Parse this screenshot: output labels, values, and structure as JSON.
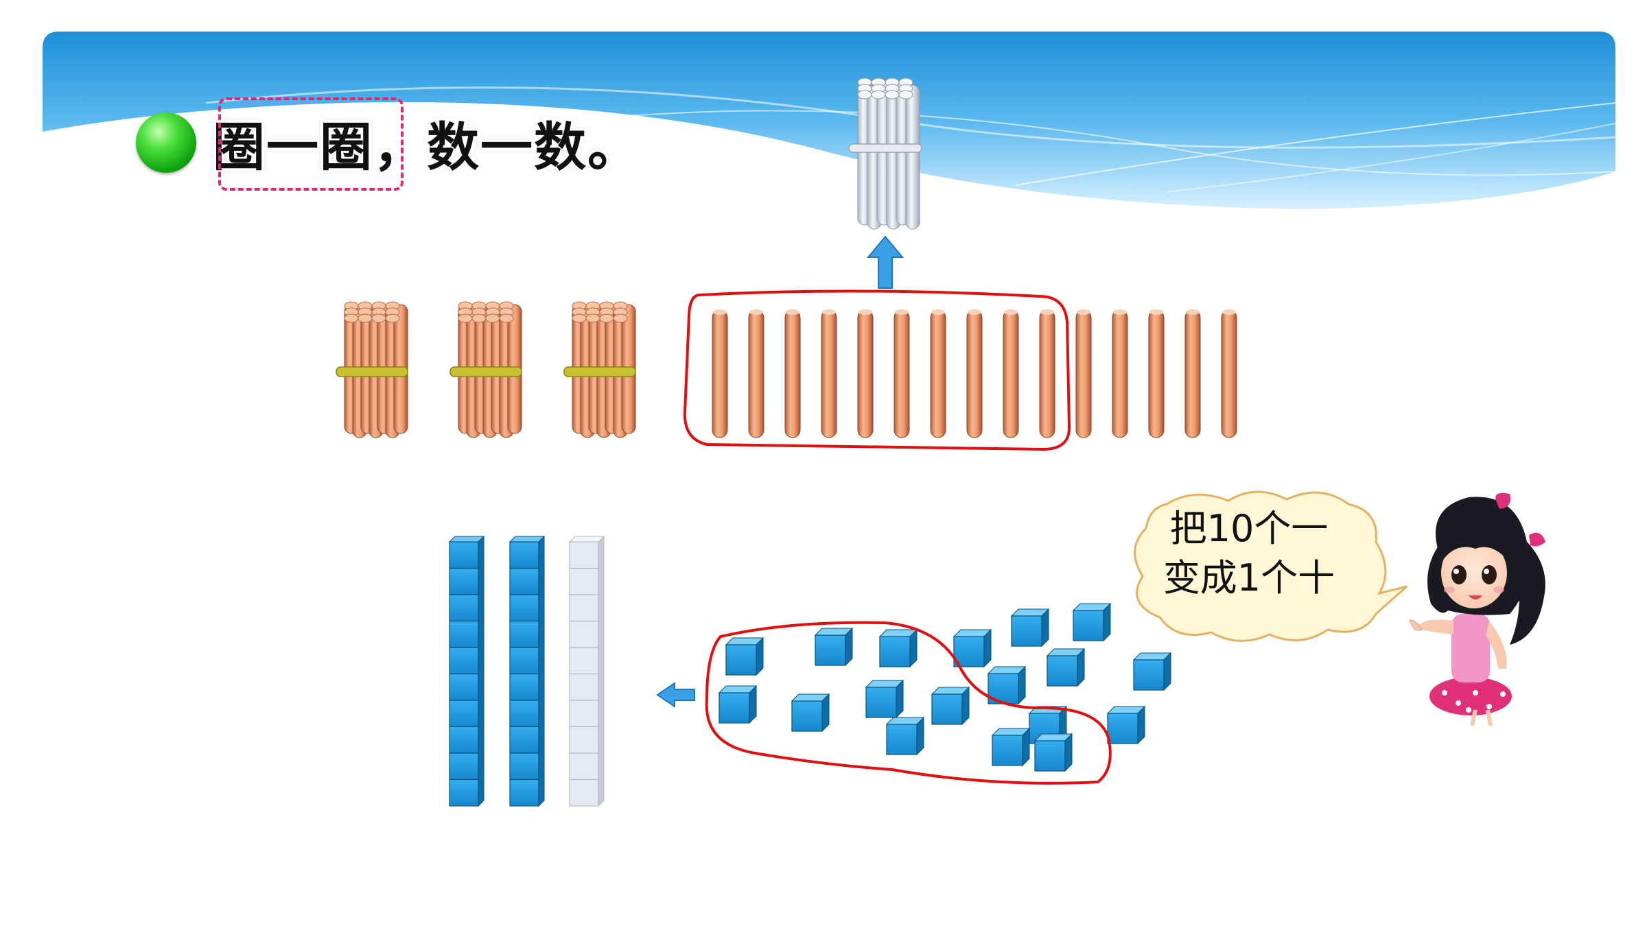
{
  "slide": {
    "title": "圈一圈，数一数。",
    "speech": [
      "把10个一",
      "变成1个十"
    ]
  },
  "counting": {
    "bundles_of_ten": 3,
    "loose_sticks": 15,
    "sticks_circled": 10,
    "ten_rods_blue": 2,
    "ten_rod_outline": 1,
    "loose_cubes": 18,
    "cubes_circled": 10
  },
  "colors": {
    "header_blue": "#2a9be0",
    "stick": "#e8956a",
    "stick_band": "#c8c030",
    "cube_blue": "#2b9fe0",
    "circle_red": "#e01010",
    "arrow_blue": "#3aa0e6",
    "bullet_green": "#18b018",
    "dashed_box": "#e0286e"
  },
  "icons": [
    "green-bullet-icon",
    "up-arrow-icon",
    "left-arrow-icon"
  ]
}
